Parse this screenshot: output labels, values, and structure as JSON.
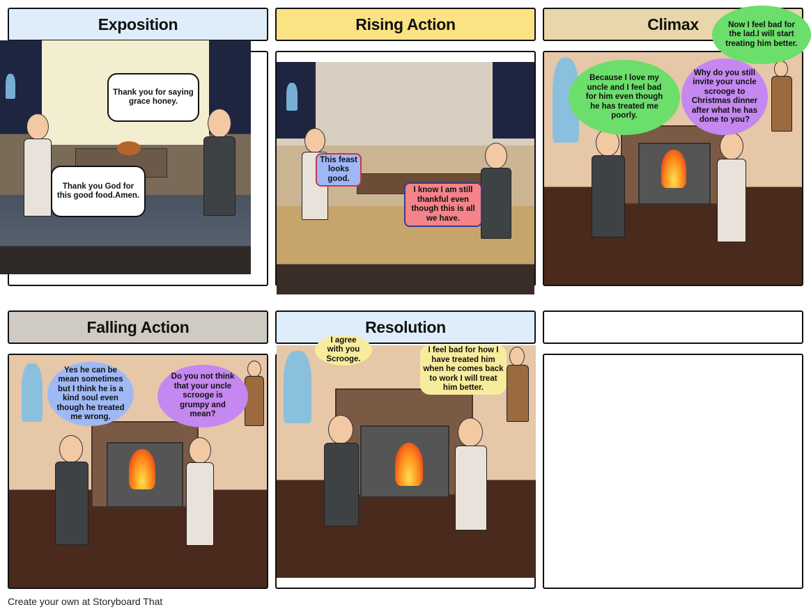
{
  "panels": [
    {
      "title": "Exposition",
      "title_color": "#deedf9",
      "bubbles": [
        "Thank you for saying grace honey.",
        "Thank you God for this good food.Amen."
      ]
    },
    {
      "title": "Rising Action",
      "title_color": "#fbe384",
      "bubbles": [
        "This feast looks good.",
        "I know I am still thankful even though this is all we have."
      ]
    },
    {
      "title": "Climax",
      "title_color": "#e9d6aa",
      "bubbles": [
        "Now I feel bad for the lad.I will start treating him better.",
        "Because I love my uncle and I feel bad for him even though he has treated me poorly.",
        "Why do you still invite your uncle scrooge to Christmas dinner after what he has done to you?"
      ]
    },
    {
      "title": "Falling Action",
      "title_color": "#cfcbc2",
      "bubbles": [
        "Yes he can be mean sometimes but I think he is a kind soul even though he treated me wrong.",
        "Do you not think that your uncle scrooge is grumpy and mean?"
      ]
    },
    {
      "title": "Resolution",
      "title_color": "#deedf9",
      "bubbles": [
        "I agree with you Scrooge.",
        "I feel bad for how I have treated him when he comes back to work I will treat him better."
      ]
    },
    {
      "title": "",
      "title_color": "#ffffff",
      "bubbles": []
    }
  ],
  "footer": {
    "credit": "Create your own at Storyboard That"
  }
}
